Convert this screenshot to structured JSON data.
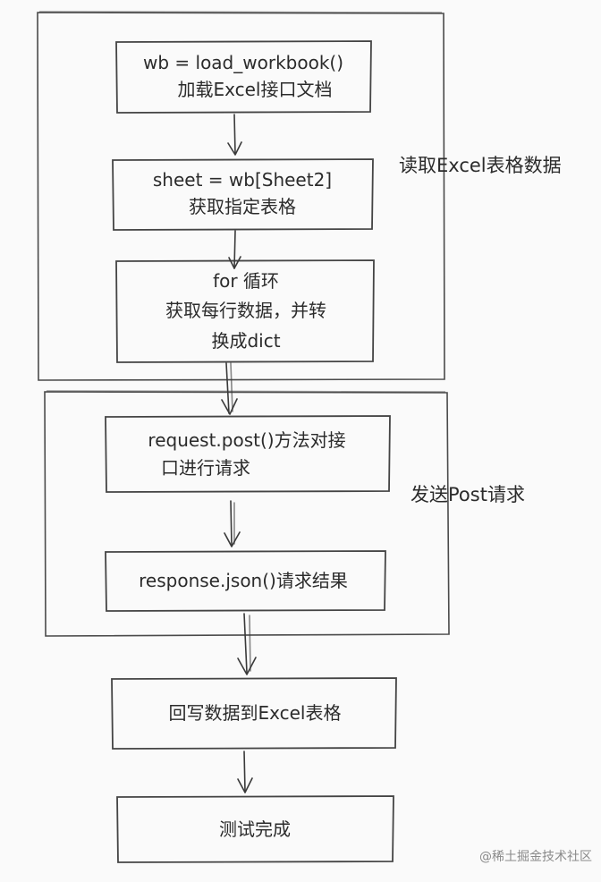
{
  "groups": {
    "read": {
      "label": "读取Excel表格数据"
    },
    "post": {
      "label": "发送Post请求"
    }
  },
  "steps": {
    "load": {
      "lines": [
        "wb = load_workbook()",
        "加载Excel接口文档"
      ]
    },
    "sheet": {
      "lines": [
        "sheet = wb[Sheet2]",
        "获取指定表格"
      ]
    },
    "loop": {
      "lines": [
        "for 循环",
        "获取每行数据，并转",
        "换成dict"
      ]
    },
    "request": {
      "lines": [
        "request.post()方法对接",
        "口进行请求"
      ]
    },
    "response": {
      "lines": [
        "response.json()请求结果"
      ]
    },
    "write": {
      "lines": [
        "回写数据到Excel表格"
      ]
    },
    "done": {
      "lines": [
        "测试完成"
      ]
    }
  },
  "watermark": "@稀土掘金技术社区"
}
